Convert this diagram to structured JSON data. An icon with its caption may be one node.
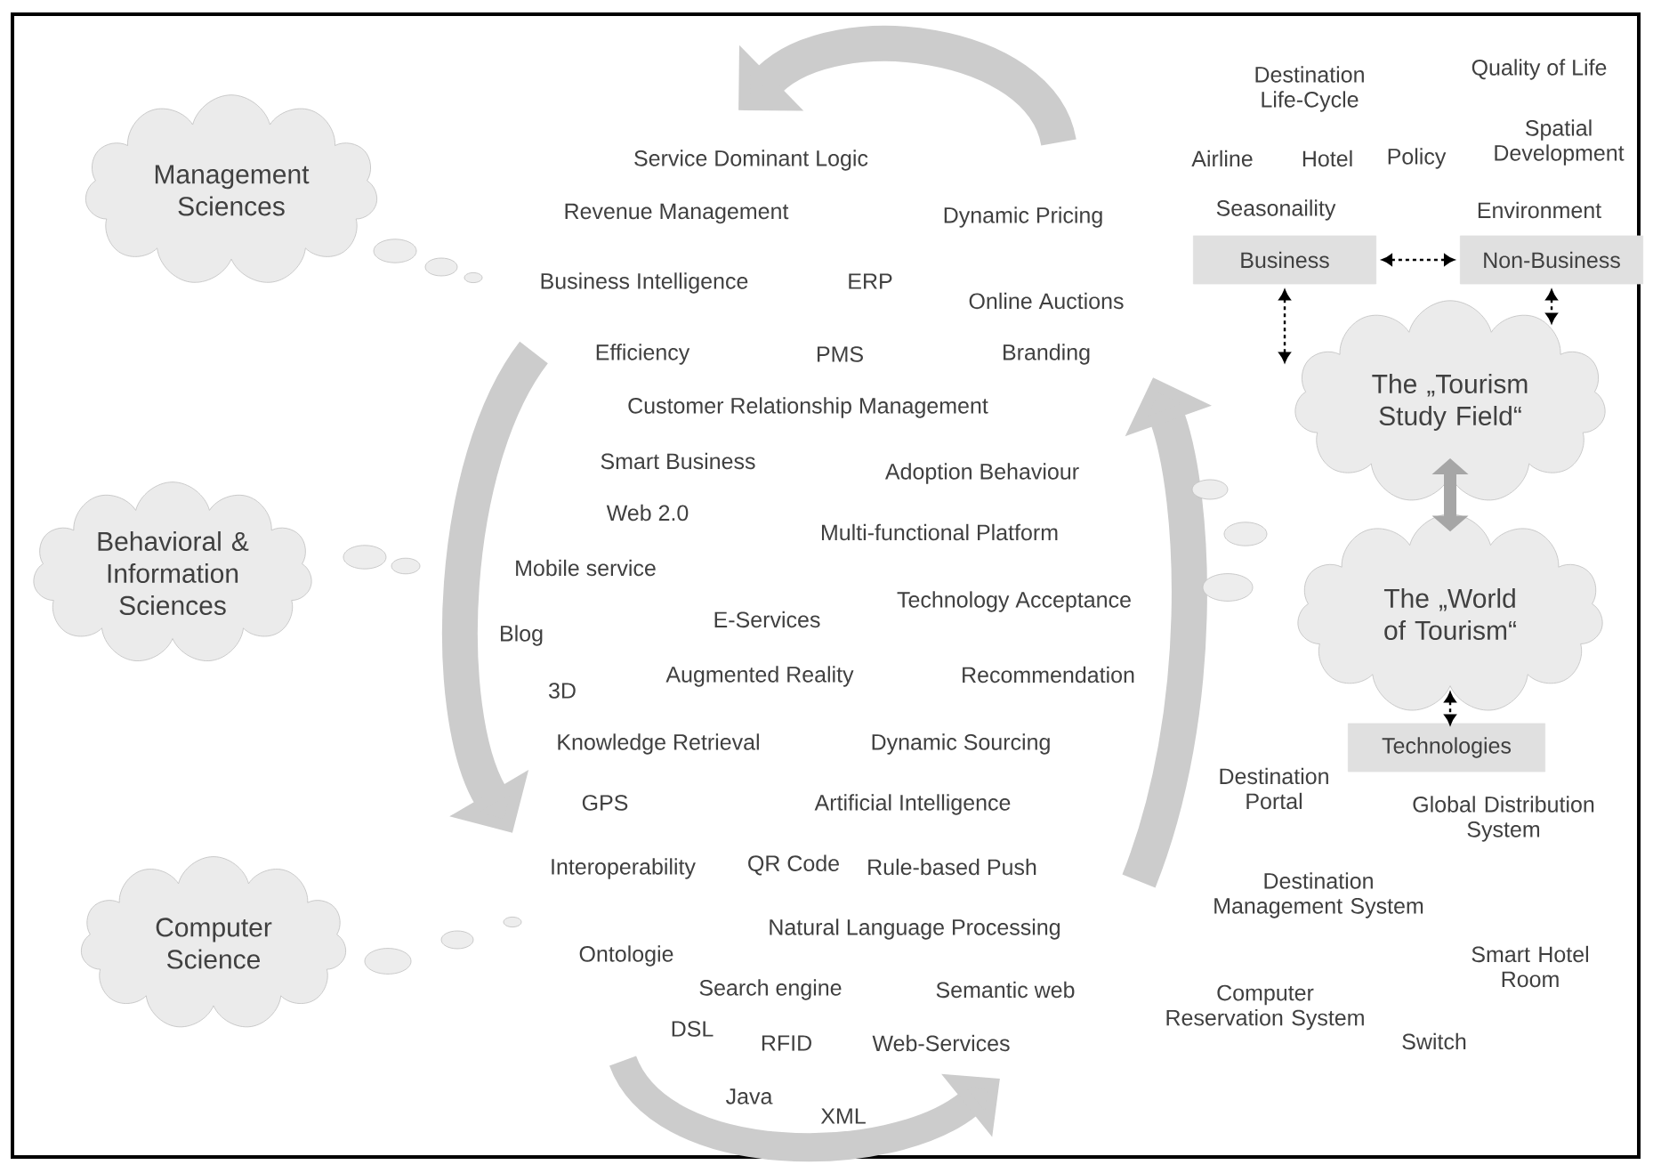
{
  "diagram": {
    "nodes": [
      {
        "text": [
          "Management Sciences"
        ]
      },
      {
        "text": [
          "Behavioral & Information Sciences"
        ]
      },
      {
        "text": [
          "Computer Science"
        ]
      },
      {
        "text": [
          "The „Tourism Study Field“"
        ]
      },
      {
        "text": [
          "The „World of Tourism“"
        ]
      },
      {
        "text": [
          "Business"
        ]
      },
      {
        "text": [
          "Non-Business"
        ]
      },
      {
        "text": [
          "Technologies"
        ]
      }
    ],
    "edges": [
      {
        "from": 5,
        "to": 6,
        "arrow": "both",
        "style": "dashed"
      },
      {
        "from": 5,
        "to": 3,
        "arrow": "both",
        "style": "dashed"
      },
      {
        "from": 6,
        "to": 3,
        "arrow": "both",
        "style": "dashed"
      },
      {
        "from": 3,
        "to": 4,
        "arrow": "both",
        "style": "thick",
        "color": "#a6a6a6"
      },
      {
        "from": 4,
        "to": 7,
        "arrow": "both",
        "style": "dashed"
      }
    ],
    "labels": [
      "Destination Life-Cycle",
      "Quality of Life",
      "Spatial Development",
      "Service Dominant Logic",
      "Airline",
      "Hotel",
      "Policy",
      "Revenue Management",
      "Dynamic Pricing",
      "Seasonaility",
      "Environment",
      "Business Intelligence",
      "ERP",
      "Online Auctions",
      "Efficiency",
      "PMS",
      "Branding",
      "Customer Relationship Management",
      "Smart Business",
      "Adoption Behaviour",
      "Web 2.0",
      "Multi-functional Platform",
      "Mobile service",
      "Technology Acceptance",
      "E-Services",
      "Blog",
      "Augmented Reality",
      "Recommendation",
      "3D",
      "Knowledge Retrieval",
      "Dynamic Sourcing",
      "Destination Portal",
      "GPS",
      "Artificial Intelligence",
      "Global Distribution System",
      "Interoperability",
      "QR Code",
      "Rule-based Push",
      "Destination Management System",
      "Natural Language Processing",
      "Ontologie",
      "Smart Hotel Room",
      "Search engine",
      "Semantic web",
      "Computer Reservation System",
      "DSL",
      "RFID",
      "Web-Services",
      "Switch",
      "Java",
      "XML"
    ]
  }
}
